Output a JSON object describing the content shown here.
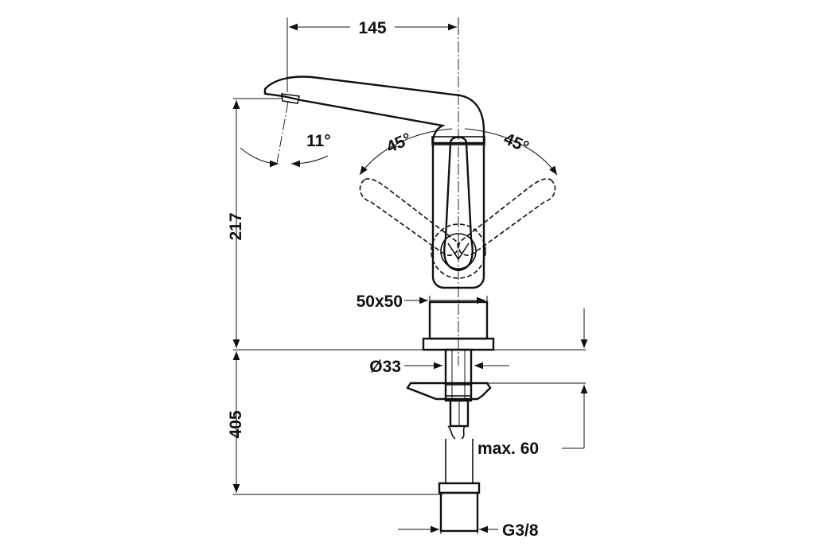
{
  "colors": {
    "line": "#111111",
    "background": "#ffffff"
  },
  "dimensions": {
    "spout_reach": "145",
    "spout_tilt": "11°",
    "lever_left": "45°",
    "lever_right": "45°",
    "height_above_deck": "217",
    "body_section": "50x50",
    "hole_diameter": "Ø33",
    "hose_length": "405",
    "max_deck_thickness": "max. 60",
    "connection_thread": "G3/8"
  }
}
